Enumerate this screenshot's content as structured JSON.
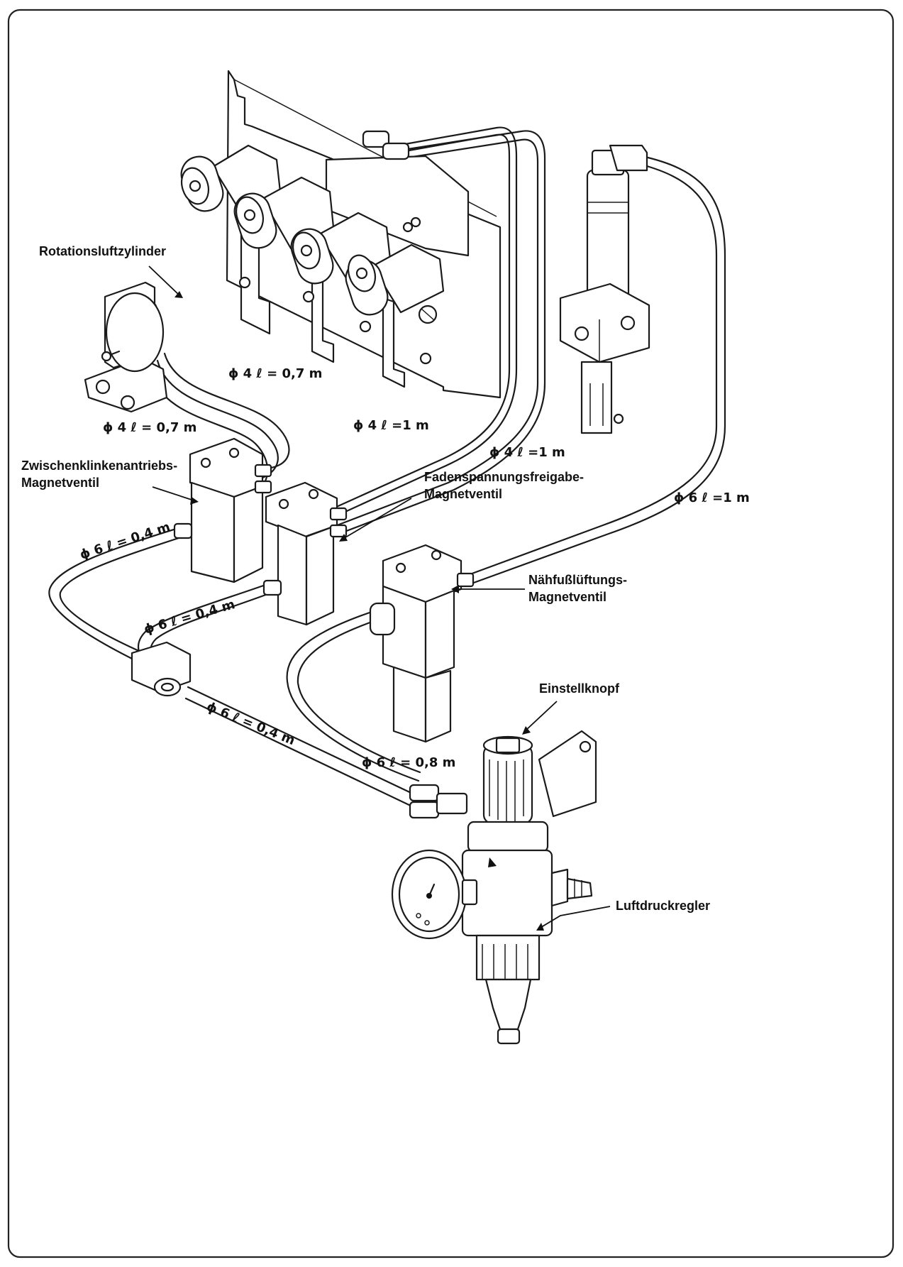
{
  "labels": {
    "rotation_cylinder": "Rotationsluftzylinder",
    "intermediate_valve_line1": "Zwischenklinkenantriebs-",
    "intermediate_valve_line2": "Magnetventil",
    "thread_tension_valve_line1": "Fadenspannungsfreigabe-",
    "thread_tension_valve_line2": "Magnetventil",
    "presser_foot_valve_line1": "Nähfußlüftungs-",
    "presser_foot_valve_line2": "Magnetventil",
    "adjust_knob": "Einstellknopf",
    "air_regulator": "Luftdruckregler"
  },
  "tubes": [
    {
      "id": "tube-a",
      "text": "ϕ 4  ℓ = 0,7 m"
    },
    {
      "id": "tube-b",
      "text": "ϕ 4  ℓ = 0,7 m"
    },
    {
      "id": "tube-c",
      "text": "ϕ 4  ℓ =1 m"
    },
    {
      "id": "tube-d",
      "text": "ϕ 4  ℓ =1 m"
    },
    {
      "id": "tube-e",
      "text": "ϕ 6  ℓ =1 m"
    },
    {
      "id": "tube-f",
      "text": "ϕ 6  ℓ = 0,4 m"
    },
    {
      "id": "tube-g",
      "text": "ϕ 6  ℓ = 0,4 m"
    },
    {
      "id": "tube-h",
      "text": "ϕ 6  ℓ = 0,8 m"
    },
    {
      "id": "tube-i",
      "text": "ϕ 6  ℓ = 0,4 m"
    }
  ]
}
